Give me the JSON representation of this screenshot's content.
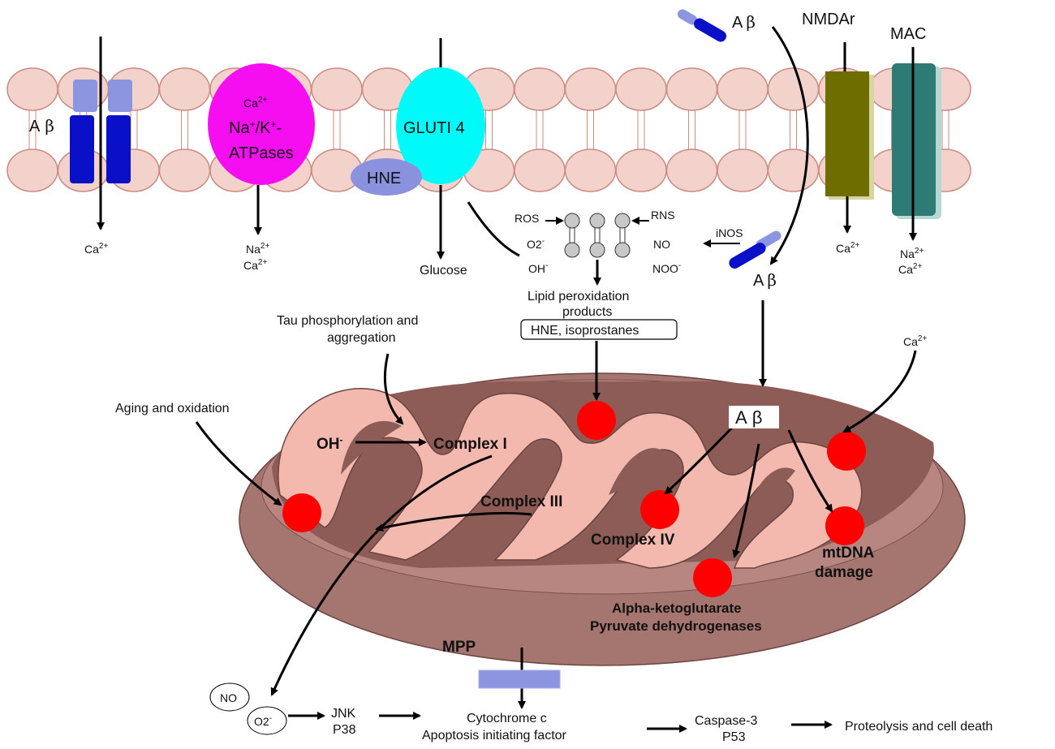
{
  "membrane_proteins": {
    "abeta_pore": {
      "symbol": "A",
      "beta": "β"
    },
    "atpase": {
      "line1": "Ca",
      "line1_sup": "2+",
      "line2": "Na",
      "line2_sup": "+",
      "line2_mid": "/K",
      "line2_sup2": "+",
      "line2_end": "-",
      "line3": "ATPases"
    },
    "gluti": {
      "label": "GLUTI 4"
    },
    "hne": {
      "label": "HNE"
    },
    "nmdar": {
      "label": "NMDAr"
    },
    "mac": {
      "label": "MAC"
    },
    "abeta_top": {
      "symbol": "A",
      "beta": "β"
    }
  },
  "below_membrane": {
    "ca_left": {
      "base": "Ca",
      "sup": "2+"
    },
    "atpase_out1": {
      "base": "Na",
      "sup": "2+"
    },
    "atpase_out2": {
      "base": "Ca",
      "sup": "2+"
    },
    "glucose": "Glucose",
    "ros": "ROS",
    "rns": "RNS",
    "o2": {
      "base": "O2",
      "sup": "-"
    },
    "oh": {
      "base": "OH",
      "sup": "-"
    },
    "no": "NO",
    "noo": {
      "base": "NOO",
      "sup": "-"
    },
    "inos": "iNOS",
    "abeta_mid": {
      "symbol": "A",
      "beta": "β"
    },
    "nmdar_out": {
      "base": "Ca",
      "sup": "2+"
    },
    "mac_out1": {
      "base": "Na",
      "sup": "2+"
    },
    "mac_out2": {
      "base": "Ca",
      "sup": "2+"
    },
    "lipid1": "Lipid peroxidation",
    "lipid2": "products",
    "hne_box": "HNE, isoprostanes",
    "tau1": "Tau phosphorylation and",
    "tau2": "aggregation",
    "ca_right": {
      "base": "Ca",
      "sup": "2+"
    },
    "aging": "Aging and oxidation"
  },
  "mitochondrion": {
    "oh": {
      "base": "OH",
      "sup": "-"
    },
    "complex1": "Complex I",
    "complex3": "Complex III",
    "complex4": "Complex IV",
    "abeta_box": {
      "symbol": "A",
      "beta": "β"
    },
    "mtdna1": "mtDNA",
    "mtdna2": "damage",
    "alpha1": "Alpha-ketoglutarate",
    "alpha2": "Pyruvate dehydrogenases",
    "mpp": "MPP"
  },
  "bottom_pathway": {
    "no": "NO",
    "o2": {
      "base": "O2",
      "sup": "-"
    },
    "jnk1": "JNK",
    "jnk2": "P38",
    "cyto1": "Cytochrome c",
    "cyto2": "Apoptosis initiating factor",
    "casp1": "Caspase-3",
    "casp2": "P53",
    "death": "Proteolysis and cell death"
  },
  "colors": {
    "lipid_head_fill": "#f3d2cc",
    "lipid_head_stroke": "#c98b82",
    "abeta_dark": "#0a10c8",
    "abeta_light": "#8c96e0",
    "atpase": "#f40ef0",
    "gluti": "#00fafa",
    "hne": "#8a92de",
    "nmdar": "#6e6e00",
    "mac": "#2e7a74",
    "mito_outer": "#a57570",
    "mito_inner": "#f3b8ae",
    "mito_dark": "#8e5c57",
    "red_dot": "#ff0000"
  }
}
